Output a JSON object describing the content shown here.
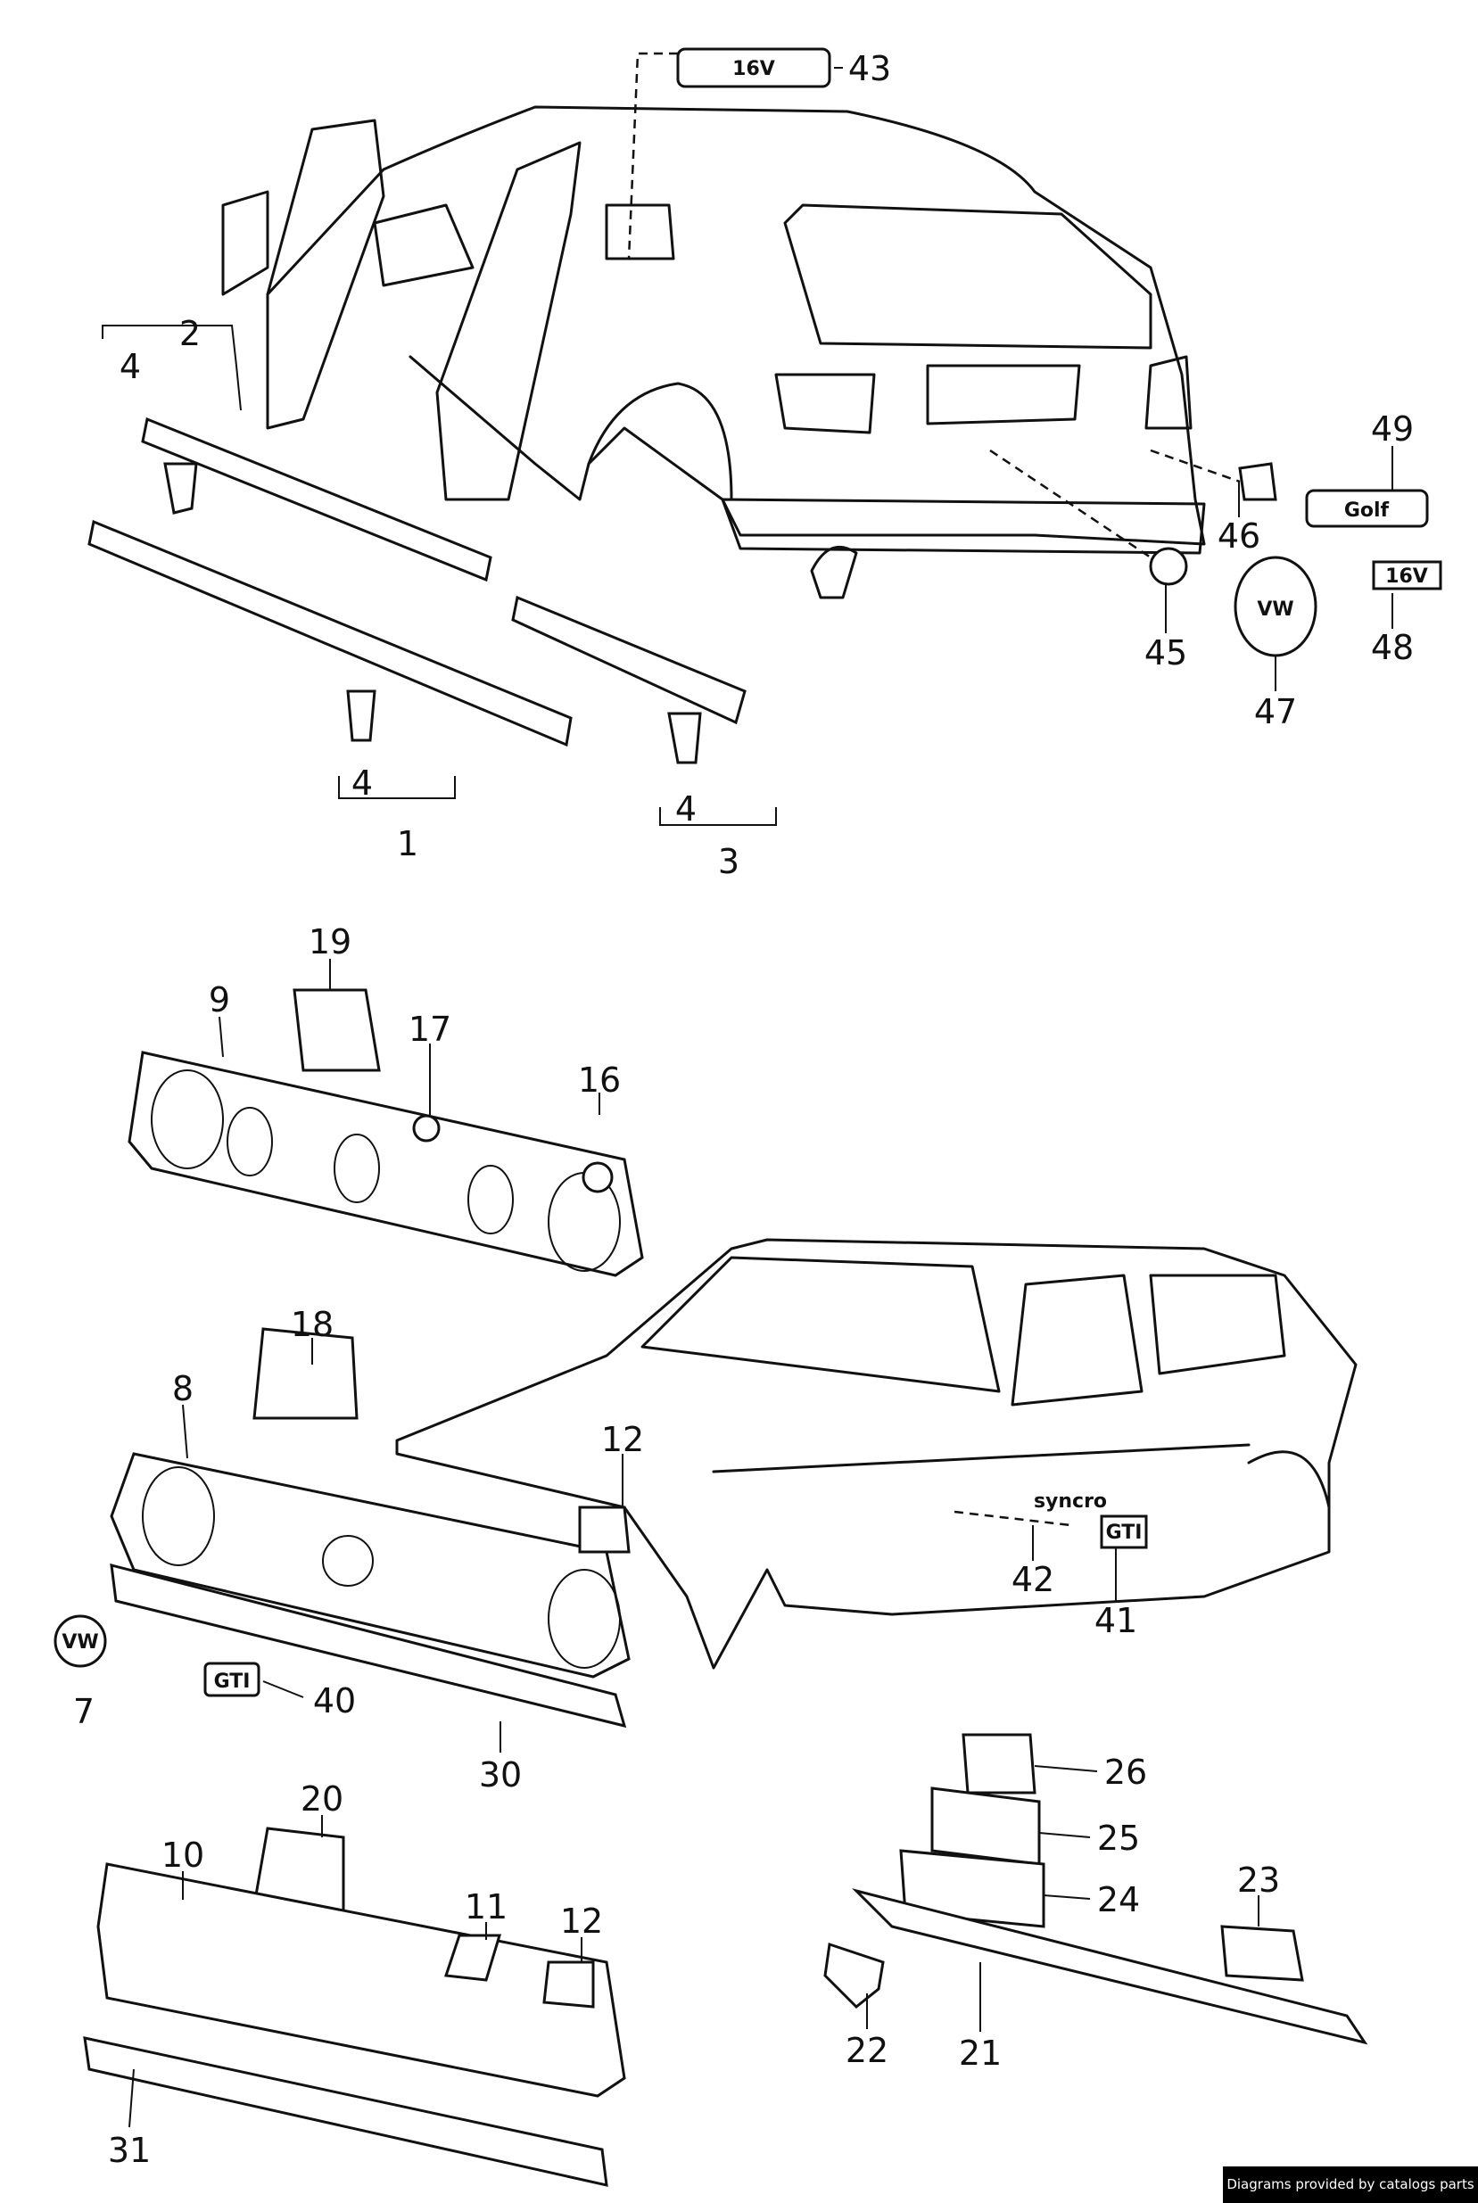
{
  "callouts": [
    "43",
    "2",
    "4",
    "4",
    "1",
    "4",
    "3",
    "49",
    "46",
    "45",
    "47",
    "48",
    "19",
    "9",
    "17",
    "16",
    "18",
    "8",
    "12",
    "42",
    "41",
    "7",
    "40",
    "30",
    "26",
    "25",
    "24",
    "20",
    "10",
    "11",
    "12",
    "23",
    "22",
    "21",
    "31"
  ],
  "badges": {
    "sixteen_v": "16V",
    "golf": "Golf",
    "gti": "GTI",
    "syncro": "syncro"
  },
  "watermark": "Diagrams provided by catalogs parts"
}
